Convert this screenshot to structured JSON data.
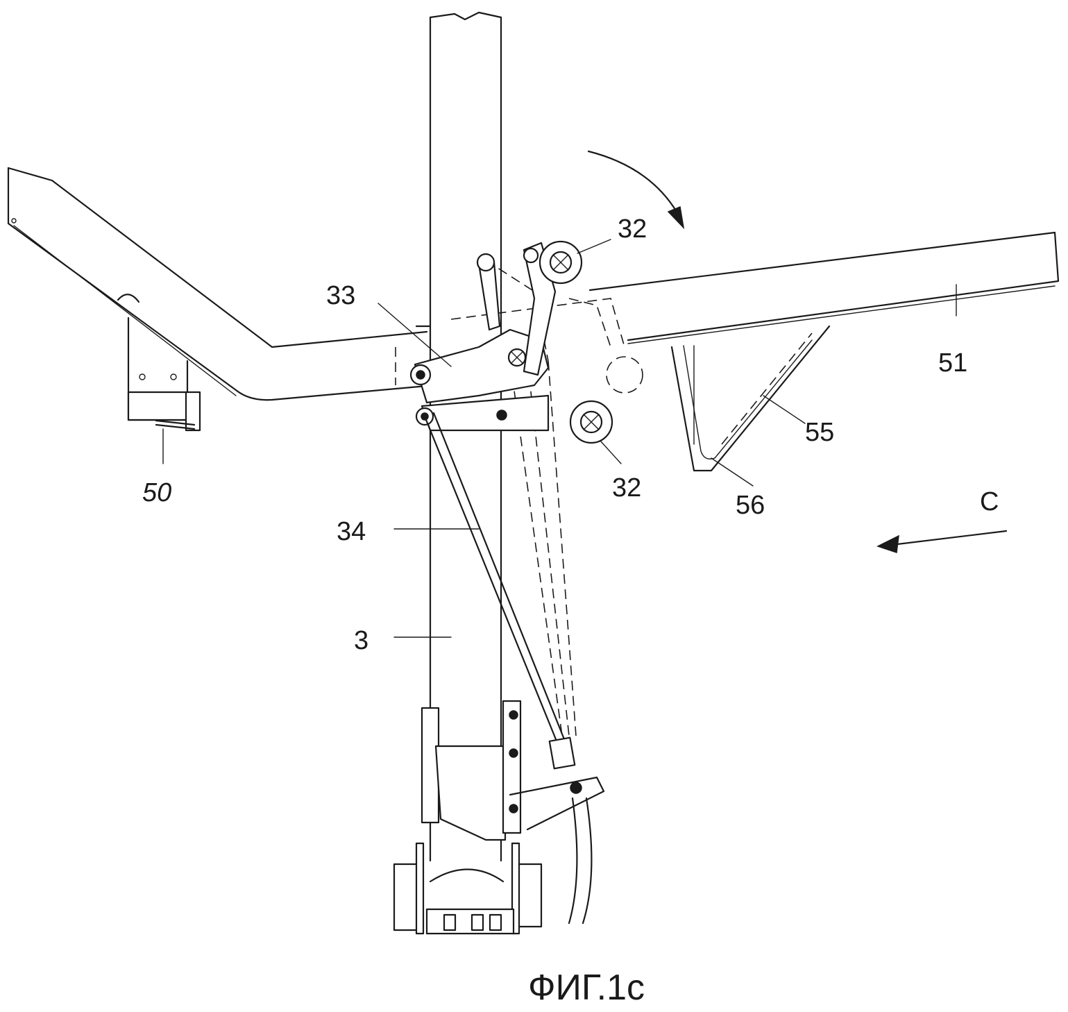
{
  "figure": {
    "caption": "ФИГ.1с",
    "labels": {
      "l32_top": "32",
      "l32_bottom": "32",
      "l33": "33",
      "l34": "34",
      "l3": "3",
      "l50": "50",
      "l51": "51",
      "l55": "55",
      "l56": "56",
      "lC": "C"
    }
  }
}
